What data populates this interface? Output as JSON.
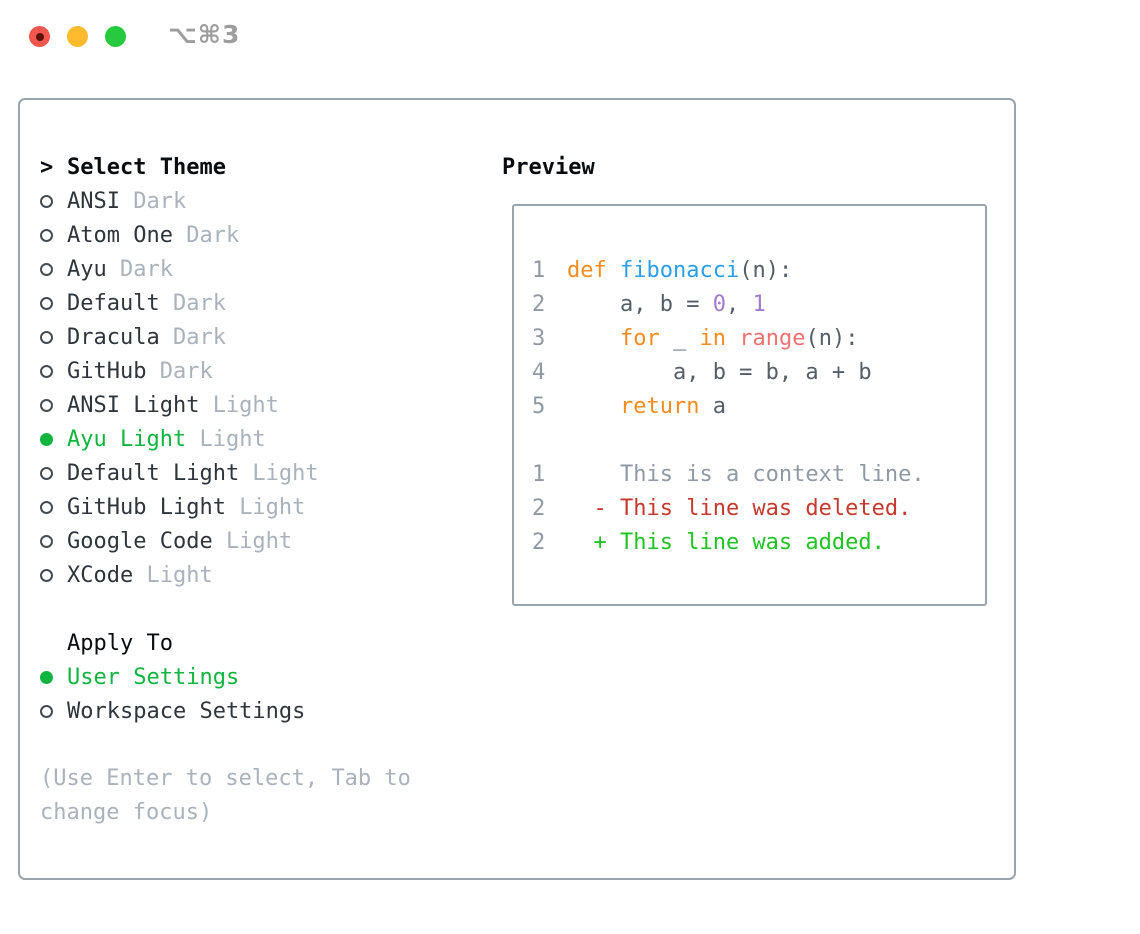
{
  "window": {
    "title": "⌥⌘3",
    "traffic_lights": [
      "close",
      "minimize",
      "zoom"
    ]
  },
  "theme_list": {
    "prompt": ">",
    "title": "Select Theme",
    "items": [
      {
        "name": "ANSI",
        "tag": "Dark",
        "selected": false
      },
      {
        "name": "Atom One",
        "tag": "Dark",
        "selected": false
      },
      {
        "name": "Ayu",
        "tag": "Dark",
        "selected": false
      },
      {
        "name": "Default",
        "tag": "Dark",
        "selected": false
      },
      {
        "name": "Dracula",
        "tag": "Dark",
        "selected": false
      },
      {
        "name": "GitHub",
        "tag": "Dark",
        "selected": false
      },
      {
        "name": "ANSI Light",
        "tag": "Light",
        "selected": false
      },
      {
        "name": "Ayu Light",
        "tag": "Light",
        "selected": true
      },
      {
        "name": "Default Light",
        "tag": "Light",
        "selected": false
      },
      {
        "name": "GitHub Light",
        "tag": "Light",
        "selected": false
      },
      {
        "name": "Google Code",
        "tag": "Light",
        "selected": false
      },
      {
        "name": "XCode",
        "tag": "Light",
        "selected": false
      }
    ]
  },
  "apply_to": {
    "title": "Apply To",
    "options": [
      {
        "label": "User Settings",
        "selected": true
      },
      {
        "label": "Workspace Settings",
        "selected": false
      }
    ]
  },
  "hint": "(Use Enter to select, Tab to change focus)",
  "preview": {
    "title": "Preview",
    "lines": [
      {
        "num": "1",
        "tokens": [
          [
            "kw",
            "def"
          ],
          [
            "plain",
            " "
          ],
          [
            "fn",
            "fibonacci"
          ],
          [
            "plain",
            "(n):"
          ]
        ]
      },
      {
        "num": "2",
        "tokens": [
          [
            "plain",
            "    a, b = "
          ],
          [
            "num",
            "0"
          ],
          [
            "plain",
            ", "
          ],
          [
            "num",
            "1"
          ]
        ]
      },
      {
        "num": "3",
        "tokens": [
          [
            "plain",
            "    "
          ],
          [
            "kw",
            "for"
          ],
          [
            "plain",
            " _ "
          ],
          [
            "kw",
            "in"
          ],
          [
            "plain",
            " "
          ],
          [
            "call",
            "range"
          ],
          [
            "plain",
            "(n):"
          ]
        ]
      },
      {
        "num": "4",
        "tokens": [
          [
            "plain",
            "        a, b = b, a + b"
          ]
        ]
      },
      {
        "num": "5",
        "tokens": [
          [
            "plain",
            "    "
          ],
          [
            "kw",
            "return"
          ],
          [
            "plain",
            " a"
          ]
        ]
      },
      {
        "num": "",
        "tokens": []
      },
      {
        "num": "1",
        "tokens": [
          [
            "ctx",
            "    This is a context line."
          ]
        ]
      },
      {
        "num": "2",
        "tokens": [
          [
            "del",
            "  - This line was deleted."
          ]
        ]
      },
      {
        "num": "2",
        "tokens": [
          [
            "add",
            "  + This line was added."
          ]
        ]
      }
    ]
  },
  "colors": {
    "border": "#9aa4ae",
    "title_gray": "#9d9d9d",
    "header_black": "#0a0d10",
    "text_dark": "#2f353c",
    "tag_gray": "#a9b2bd",
    "hint_gray": "#a9b2bd",
    "accent_green": "#0fb53f",
    "radio_outline": "#454c55",
    "lineno": "#8f99a6",
    "plain": "#545e69",
    "keyword": "#f68c1f",
    "function": "#2b9fe6",
    "number": "#a37acc",
    "call": "#f07171",
    "context": "#8f99a6",
    "deleted": "#c6392b",
    "added": "#1fc322",
    "traffic_red": "#f2564d",
    "traffic_red_dot": "#59120b",
    "traffic_yellow": "#fdbb2d",
    "traffic_green": "#27c93f"
  }
}
